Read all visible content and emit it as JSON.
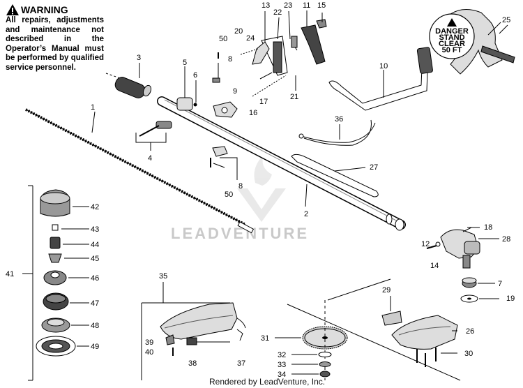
{
  "warning": {
    "title": "WARNING",
    "text": "All repairs, adjustments and maintenance not described in the Operator’s Manual must be performed by qualified service personnel."
  },
  "decal": {
    "line1": "DANGER",
    "line2": "STAND",
    "line3": "CLEAR",
    "line4": "50 FT"
  },
  "watermark": "LEADVENTURE",
  "footer": "Rendered by LeadVenture, Inc.",
  "parts": {
    "p1": "1",
    "p2": "2",
    "p3": "3",
    "p4": "4",
    "p5": "5",
    "p6": "6",
    "p7": "7",
    "p8a": "8",
    "p8b": "8",
    "p9": "9",
    "p10": "10",
    "p11": "11",
    "p12": "12",
    "p13": "13",
    "p14": "14",
    "p15": "15",
    "p16": "16",
    "p17": "17",
    "p18": "18",
    "p19": "19",
    "p20": "20",
    "p21": "21",
    "p22": "22",
    "p23": "23",
    "p24": "24",
    "p25": "25",
    "p26": "26",
    "p27": "27",
    "p28": "28",
    "p29": "29",
    "p30": "30",
    "p31": "31",
    "p32": "32",
    "p33": "33",
    "p34": "34",
    "p35": "35",
    "p36": "36",
    "p37": "37",
    "p38": "38",
    "p39": "39",
    "p40": "40",
    "p41": "41",
    "p42": "42",
    "p43": "43",
    "p44": "44",
    "p45": "45",
    "p46": "46",
    "p47": "47",
    "p48": "48",
    "p49": "49",
    "p50a": "50",
    "p50b": "50"
  },
  "colors": {
    "line": "#000000",
    "part_fill": "#d9d9d9",
    "dark_fill": "#555555",
    "watermark": "#c9c9c9"
  }
}
